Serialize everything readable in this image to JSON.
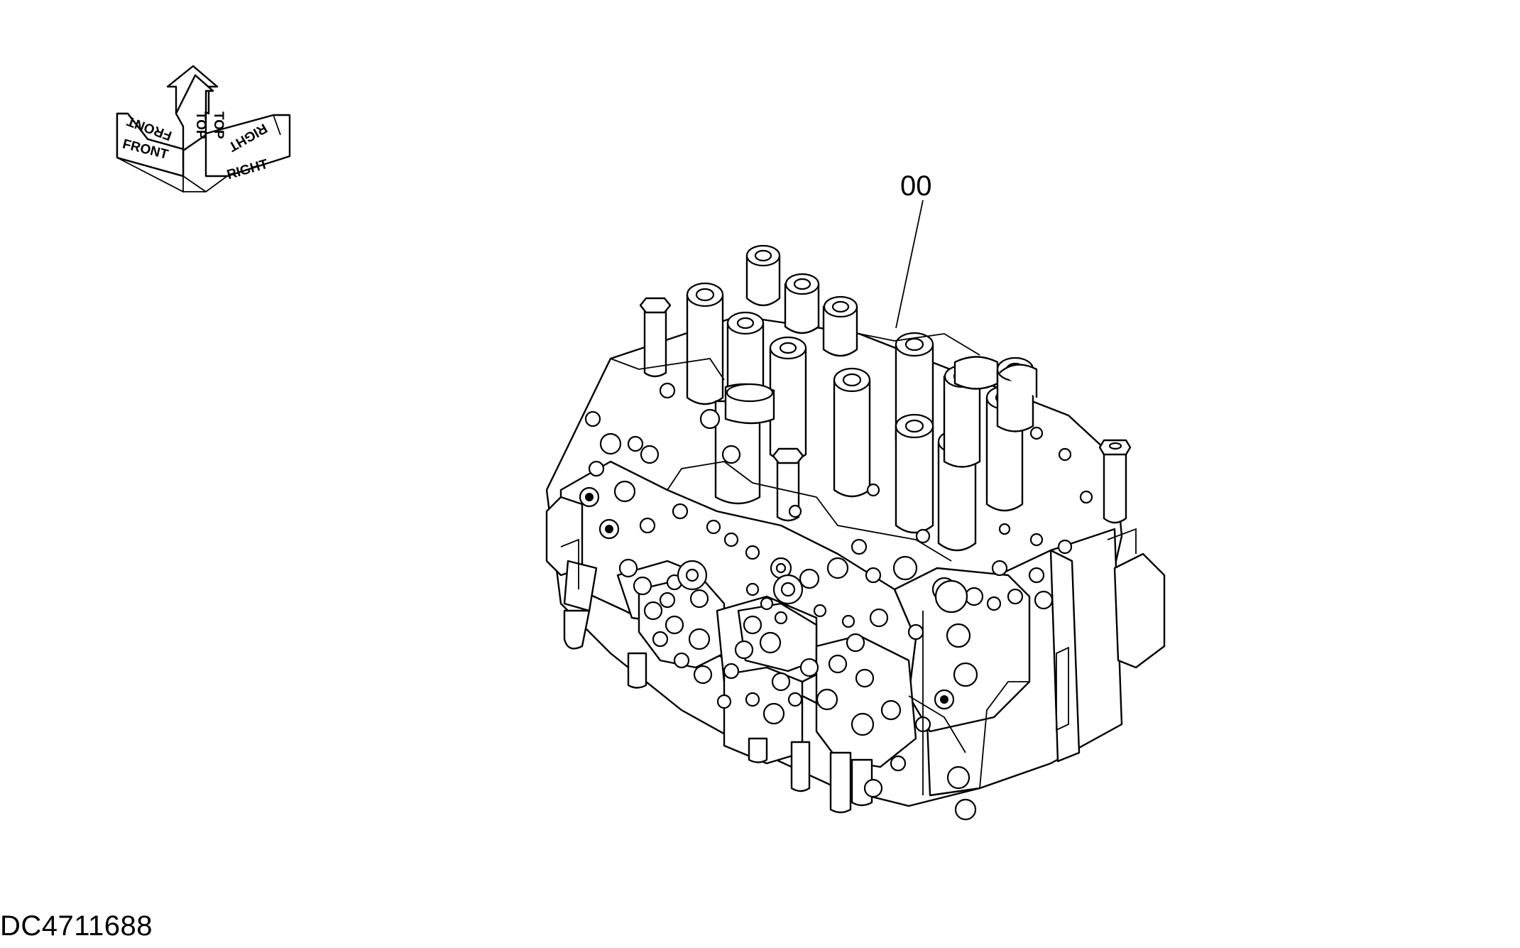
{
  "orientation": {
    "top_label_a": "TOP",
    "top_label_b": "TOP",
    "front_label_a": "FRONT",
    "front_label_b": "FRONT",
    "right_label_a": "RIGHT",
    "right_label_b": "RIGHT"
  },
  "callouts": [
    {
      "label": "00"
    }
  ],
  "drawing_number": "DC4711688"
}
